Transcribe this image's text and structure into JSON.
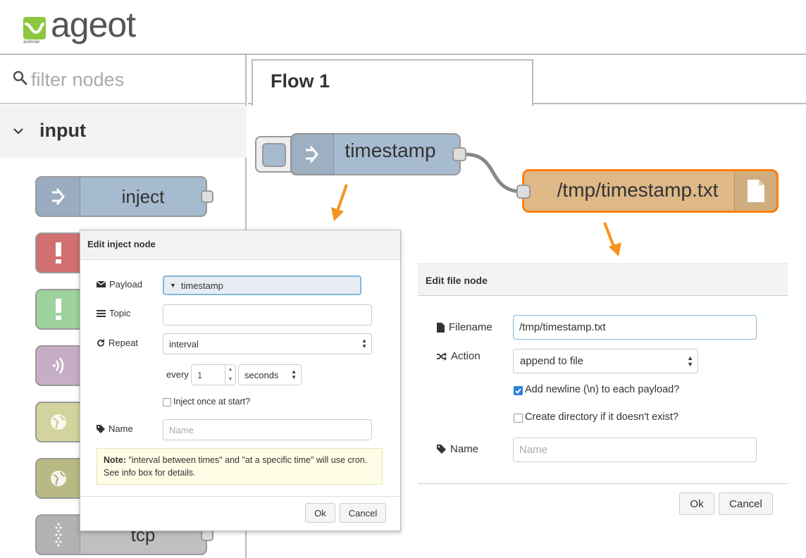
{
  "app": {
    "brand": "ageot",
    "brand_sub": "aoebolar",
    "brand_color": "#8dc63f"
  },
  "palette": {
    "filter_placeholder": "filter nodes",
    "category": "input",
    "nodes": [
      {
        "label": "inject",
        "color": "#a6bbcf",
        "icon": "arrow-in-icon"
      },
      {
        "label": "",
        "color": "#e2787a",
        "icon": "exclamation-icon"
      },
      {
        "label": "",
        "color": "#a9e2a8",
        "icon": "exclamation-icon"
      },
      {
        "label": "",
        "color": "#d6bcd8",
        "icon": "wireless-icon"
      },
      {
        "label": "",
        "color": "#e4e3a9",
        "icon": "globe-icon"
      },
      {
        "label": "",
        "color": "#c8c78f",
        "icon": "globe-icon"
      },
      {
        "label": "tcp",
        "color": "#c0c0c0",
        "icon": "dots-icon"
      }
    ]
  },
  "workspace": {
    "tab": "Flow 1",
    "nodes": {
      "inject": {
        "label": "timestamp",
        "color": "#a6bbcf"
      },
      "file": {
        "label": "/tmp/timestamp.txt",
        "color": "#deb887",
        "highlight": "#ff7f0e"
      }
    },
    "arrow_color": "#f7931e",
    "wire_color": "#888888"
  },
  "inject_dialog": {
    "title": "Edit inject node",
    "payload_label": "Payload",
    "payload_value": "timestamp",
    "topic_label": "Topic",
    "topic_value": "",
    "repeat_label": "Repeat",
    "repeat_value": "interval",
    "every_label": "every",
    "every_value": "1",
    "unit_value": "seconds",
    "inject_once_label": "Inject once at start?",
    "name_label": "Name",
    "name_placeholder": "Name",
    "note_bold": "Note:",
    "note_text": " \"interval between times\" and \"at a specific time\" will use cron. See info box for details.",
    "ok": "Ok",
    "cancel": "Cancel"
  },
  "file_dialog": {
    "title": "Edit file node",
    "filename_label": "Filename",
    "filename_value": "/tmp/timestamp.txt",
    "action_label": "Action",
    "action_value": "append to file",
    "newline_label": "Add newline (\\n) to each payload?",
    "newline_checked": true,
    "createdir_label": "Create directory if it doesn't exist?",
    "createdir_checked": false,
    "name_label": "Name",
    "name_placeholder": "Name",
    "ok": "Ok",
    "cancel": "Cancel"
  }
}
